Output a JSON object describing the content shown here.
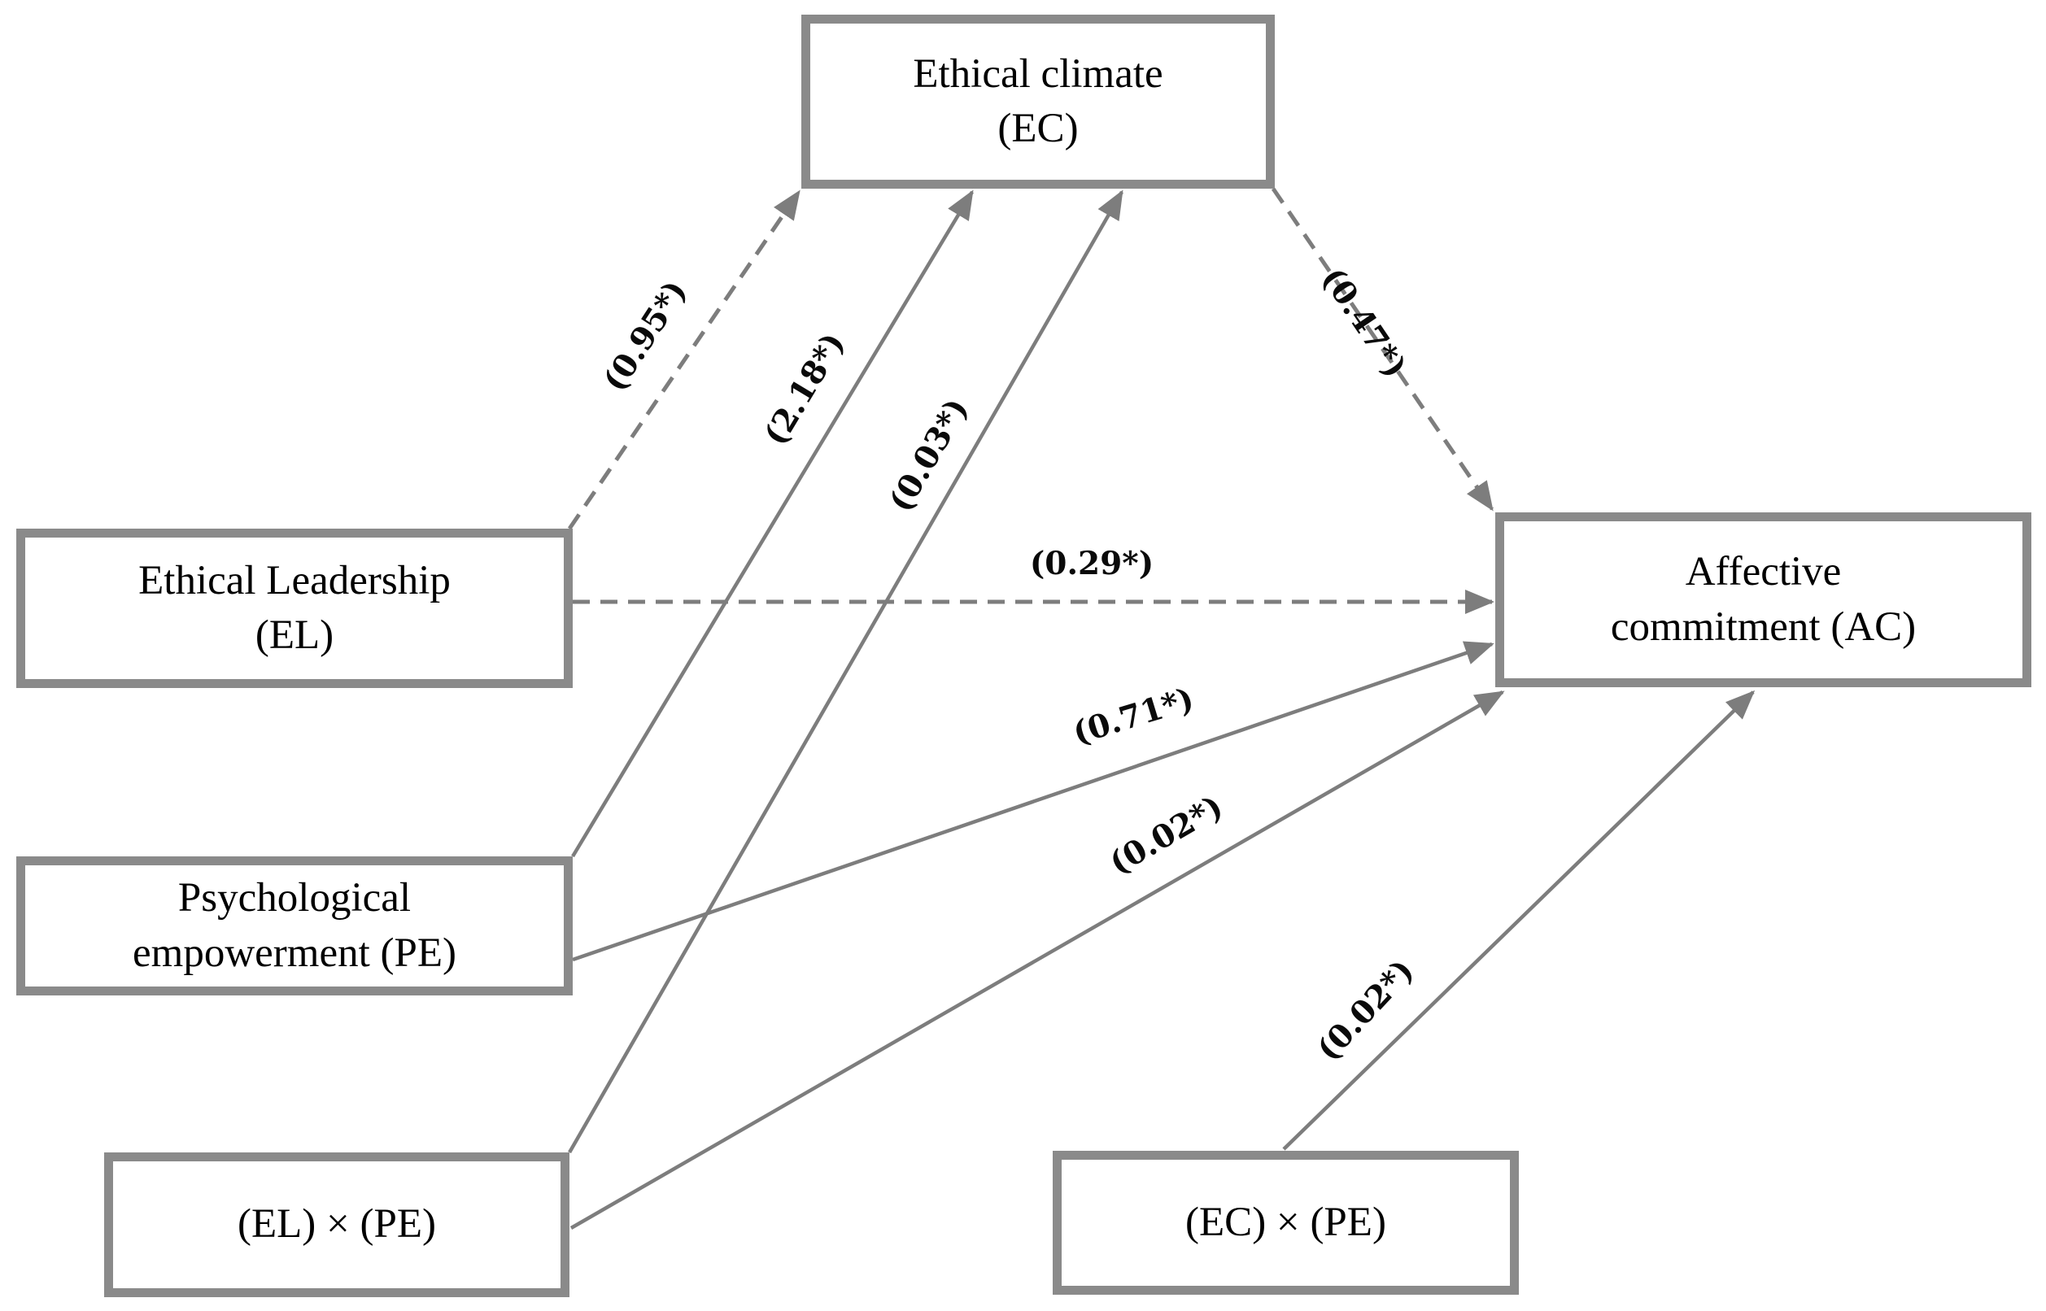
{
  "diagram": {
    "title": "Path model: ethical leadership, ethical climate, psychological empowerment and affective commitment",
    "background_color": "#ffffff",
    "box_border_color": "#8a8a8a",
    "line_color": "#7d7d7d",
    "text_color": "#000000"
  },
  "boxes": {
    "ec": {
      "line1": "Ethical climate",
      "line2": "(EC)"
    },
    "el": {
      "line1": "Ethical Leadership",
      "line2": "(EL)"
    },
    "ac": {
      "line1": "Affective",
      "line2": "commitment (AC)"
    },
    "pe": {
      "line1": "Psychological",
      "line2": "empowerment (PE)"
    },
    "elpe": {
      "line1": "(EL) × (PE)",
      "line2": ""
    },
    "ecpe": {
      "line1": "(EC) × (PE)",
      "line2": ""
    }
  },
  "paths": [
    {
      "from": "Ethical Leadership (EL)",
      "to": "Ethical climate (EC)",
      "label": "(0.95*)",
      "style": "dashed"
    },
    {
      "from": "Psychological empowerment (PE)",
      "to": "Ethical climate (EC)",
      "label": "(2.18*)",
      "style": "solid"
    },
    {
      "from": "(EL) × (PE)",
      "to": "Ethical climate (EC)",
      "label": "(0.03*)",
      "style": "solid"
    },
    {
      "from": "Ethical climate (EC)",
      "to": "Affective commitment (AC)",
      "label": "(0.47*)",
      "style": "dashed"
    },
    {
      "from": "Ethical Leadership (EL)",
      "to": "Affective commitment (AC)",
      "label": "(0.29*)",
      "style": "dashed"
    },
    {
      "from": "Psychological empowerment (PE)",
      "to": "Affective commitment (AC)",
      "label": "(0.71*)",
      "style": "solid"
    },
    {
      "from": "(EL) × (PE)",
      "to": "Affective commitment (AC)",
      "label": "(0.02*)",
      "style": "solid"
    },
    {
      "from": "(EC) × (PE)",
      "to": "Affective commitment (AC)",
      "label": "(0.02*)",
      "style": "solid"
    }
  ]
}
